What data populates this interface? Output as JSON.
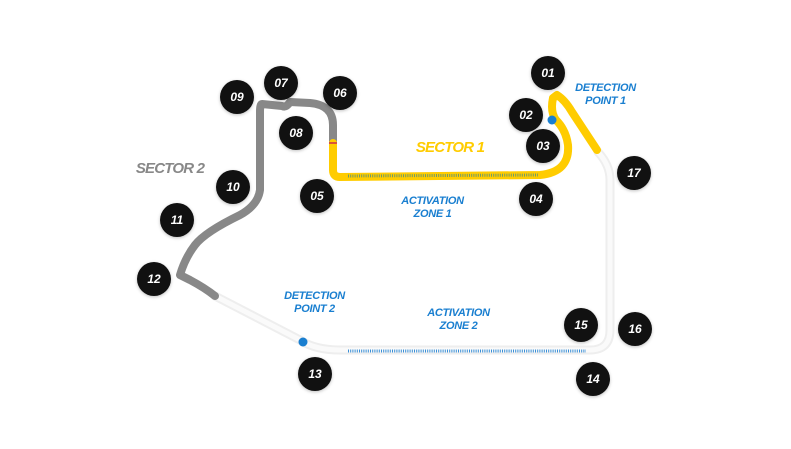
{
  "colors": {
    "sector1": "#FFCC00",
    "sector2": "#888888",
    "sector3": "#f4f4f4",
    "drs": "#1a7fd0",
    "turn_marker": "#111111",
    "turn_text": "#ffffff"
  },
  "labels": {
    "sector1": "SECTOR 1",
    "sector2": "SECTOR 2",
    "detection_point_1": [
      "DETECTION",
      "POINT 1"
    ],
    "detection_point_2": [
      "DETECTION",
      "POINT 2"
    ],
    "activation_zone_1": [
      "ACTIVATION",
      "ZONE 1"
    ],
    "activation_zone_2": [
      "ACTIVATION",
      "ZONE 2"
    ]
  },
  "turns": [
    "01",
    "02",
    "03",
    "04",
    "05",
    "06",
    "07",
    "08",
    "09",
    "10",
    "11",
    "12",
    "13",
    "14",
    "15",
    "16",
    "17"
  ]
}
